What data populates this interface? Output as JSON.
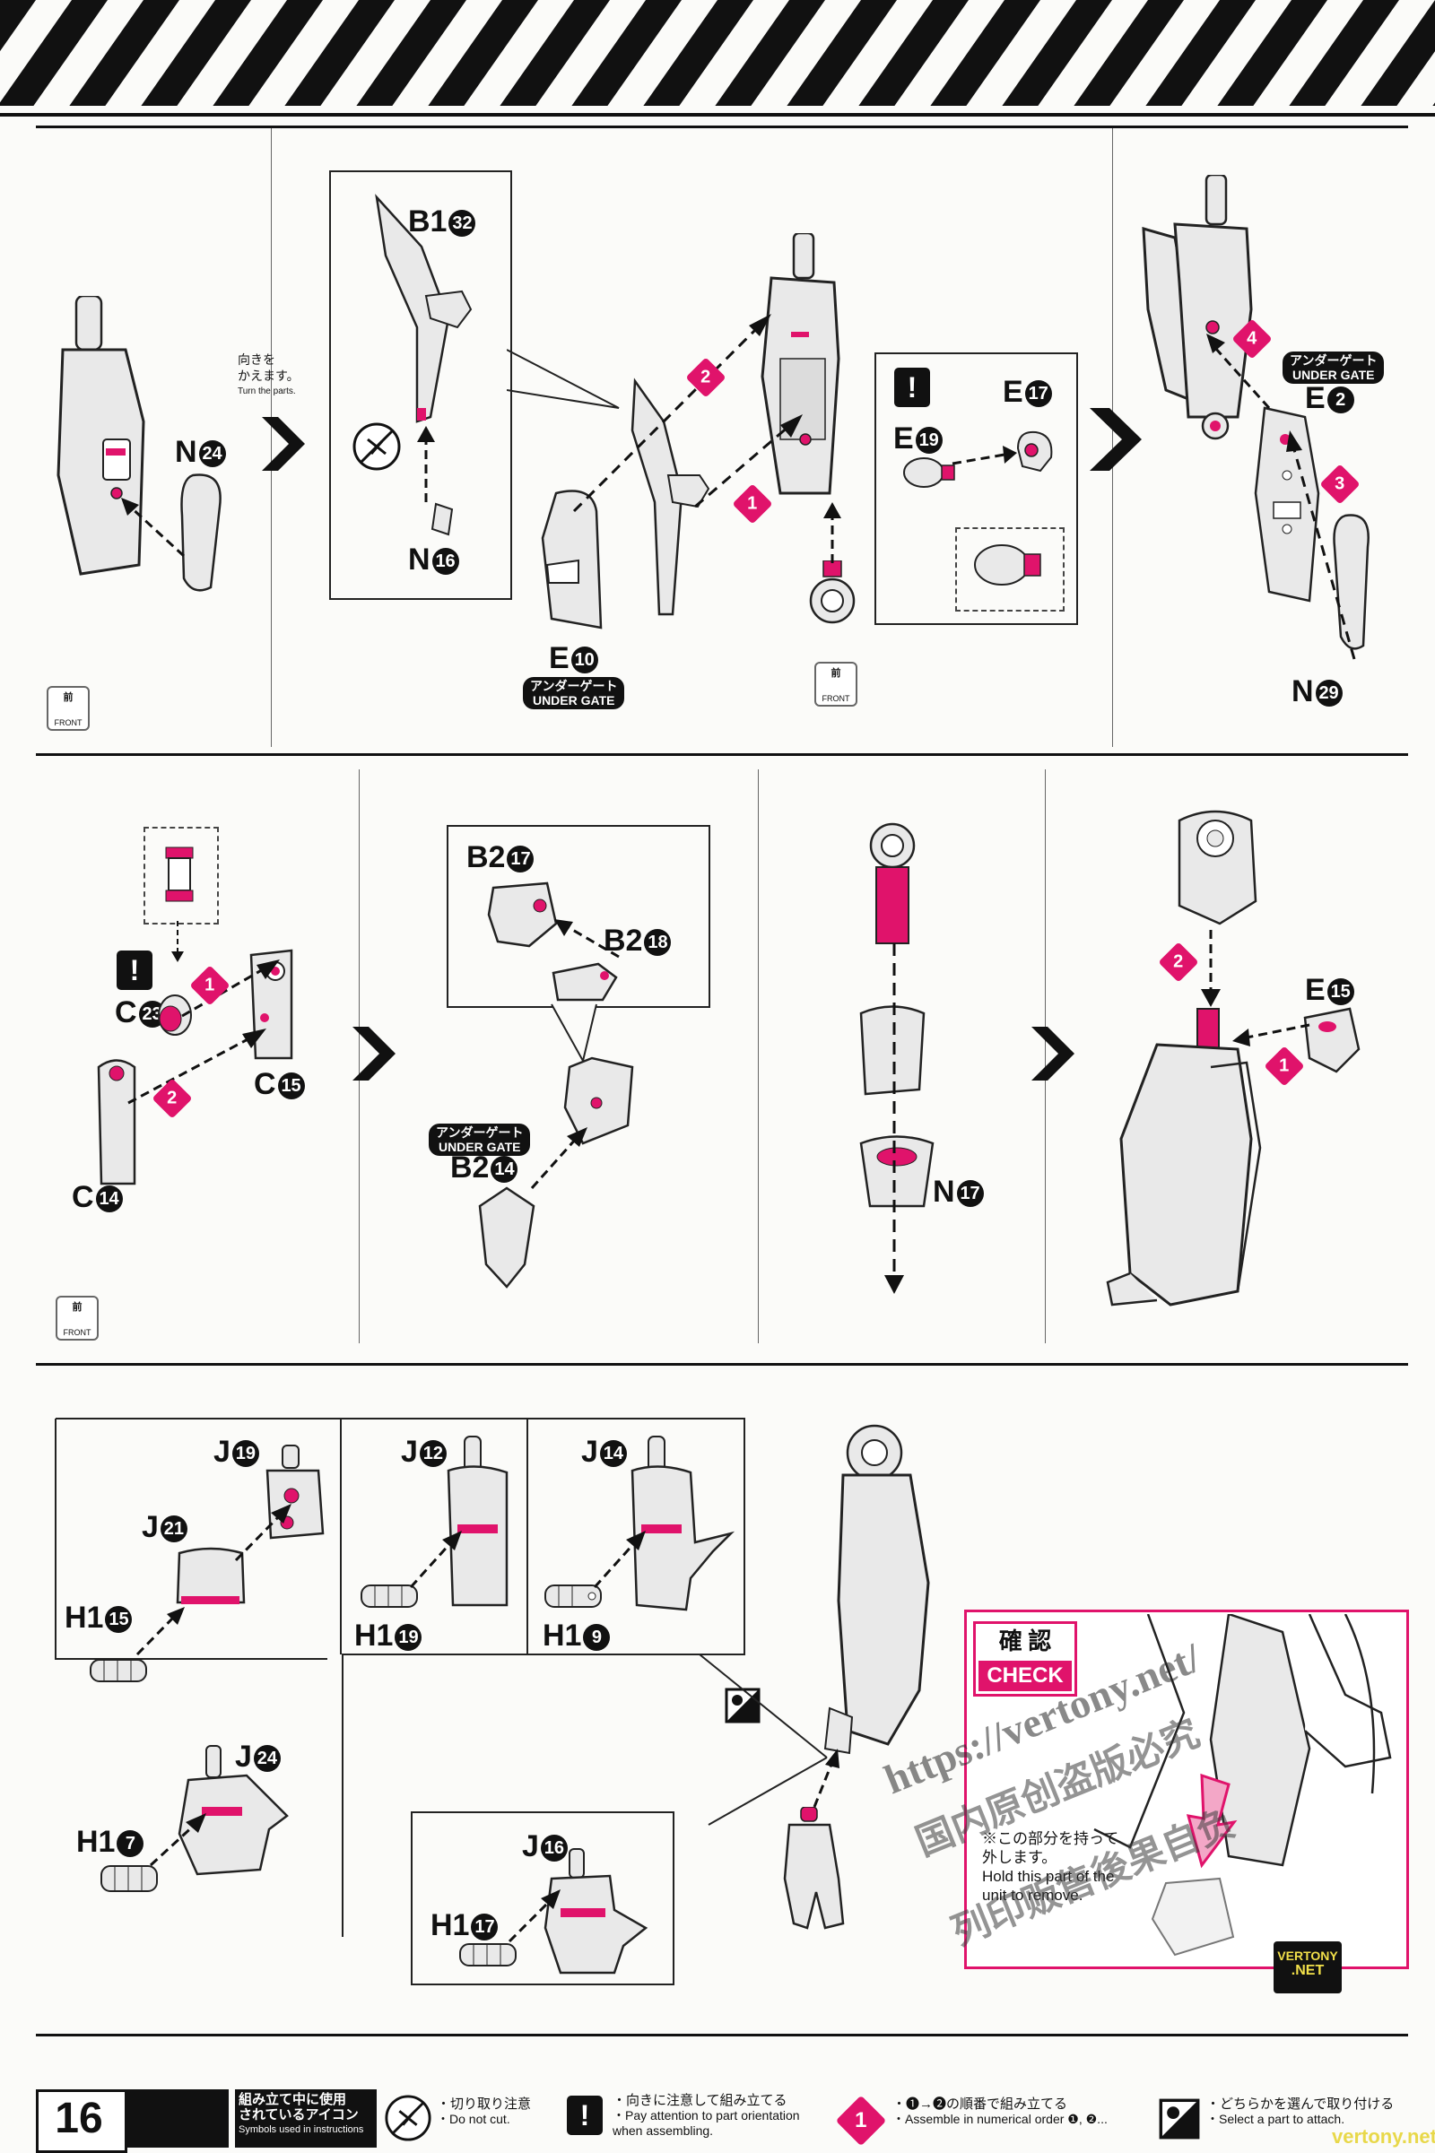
{
  "page_number": "16",
  "header": {
    "pattern": "hazard-stripes"
  },
  "row1": {
    "panel1": {
      "part": "N",
      "num": "24",
      "front_label": "前",
      "front_en": "FRONT"
    },
    "turn": {
      "ja": "向きを\nかえます。",
      "en": "Turn the parts."
    },
    "panel2": {
      "callout_b1": "B1",
      "callout_b1_num": "32",
      "callout_n": "N",
      "callout_n_num": "16",
      "e10": "E",
      "e10_num": "10",
      "gate_ja": "アンダーゲート",
      "gate_en": "UNDER GATE",
      "e17": "E",
      "e17_num": "17",
      "e19": "E",
      "e19_num": "19",
      "front_label": "前",
      "front_en": "FRONT",
      "steps": [
        "2",
        "1"
      ]
    },
    "panel3": {
      "gate_ja": "アンダーゲート",
      "gate_en": "UNDER GATE",
      "e2": "E",
      "e2_num": "2",
      "n29": "N",
      "n29_num": "29",
      "steps": [
        "4",
        "3"
      ]
    }
  },
  "row2": {
    "panel1": {
      "c23": "C",
      "c23_num": "23",
      "c15": "C",
      "c15_num": "15",
      "c14": "C",
      "c14_num": "14",
      "steps": [
        "1",
        "2"
      ],
      "front_label": "前",
      "front_en": "FRONT"
    },
    "panel2": {
      "b217": "B2",
      "b217_num": "17",
      "b218": "B2",
      "b218_num": "18",
      "b214": "B2",
      "b214_num": "14",
      "gate_ja": "アンダーゲート",
      "gate_en": "UNDER GATE"
    },
    "panel3": {
      "n17": "N",
      "n17_num": "17"
    },
    "panel4": {
      "e15": "E",
      "e15_num": "15",
      "steps": [
        "2",
        "1"
      ]
    }
  },
  "row3": {
    "hands": [
      {
        "j": "J",
        "j_num": "19"
      },
      {
        "j": "J",
        "j_num": "21",
        "h": "H1",
        "h_num": "15"
      },
      {
        "j": "J",
        "j_num": "12",
        "h": "H1",
        "h_num": "19"
      },
      {
        "j": "J",
        "j_num": "14",
        "h": "H1",
        "h_num": "9"
      },
      {
        "j": "J",
        "j_num": "24",
        "h": "H1",
        "h_num": "7"
      },
      {
        "j": "J",
        "j_num": "16",
        "h": "H1",
        "h_num": "17"
      }
    ],
    "check": {
      "title_ja": "確 認",
      "title_en": "CHECK",
      "note_ja": "※この部分を持って\n外します。",
      "note_en": "Hold this part of the\nunit to remove."
    }
  },
  "watermark": {
    "url": "https://vertony.net/",
    "cn1": "国内原创盗版必究",
    "cn2": "列印贩售後果自负",
    "badge_top": "VERTONY",
    "badge_bottom": ".NET",
    "corner": "vertony.net"
  },
  "footer": {
    "legend_ja": "組み立て中に使用\nされているアイコン",
    "legend_en": "Symbols used in instructions",
    "icon1_ja": "・切り取り注意",
    "icon1_en": "・Do not cut.",
    "icon2_ja": "・向きに注意して組み立てる",
    "icon2_en": "・Pay attention to part orientation\n  when assembling.",
    "icon3_ja": "・❶→❷の順番で組み立てる",
    "icon3_en": "・Assemble in numerical order ❶, ❷...",
    "icon4_ja": "・どちらかを選んで取り付ける",
    "icon4_en": "・Select a part to attach."
  },
  "colors": {
    "accent": "#e0136b",
    "ink": "#111111",
    "paper": "#fbfbf9",
    "part_fill": "#e9e9e9"
  }
}
